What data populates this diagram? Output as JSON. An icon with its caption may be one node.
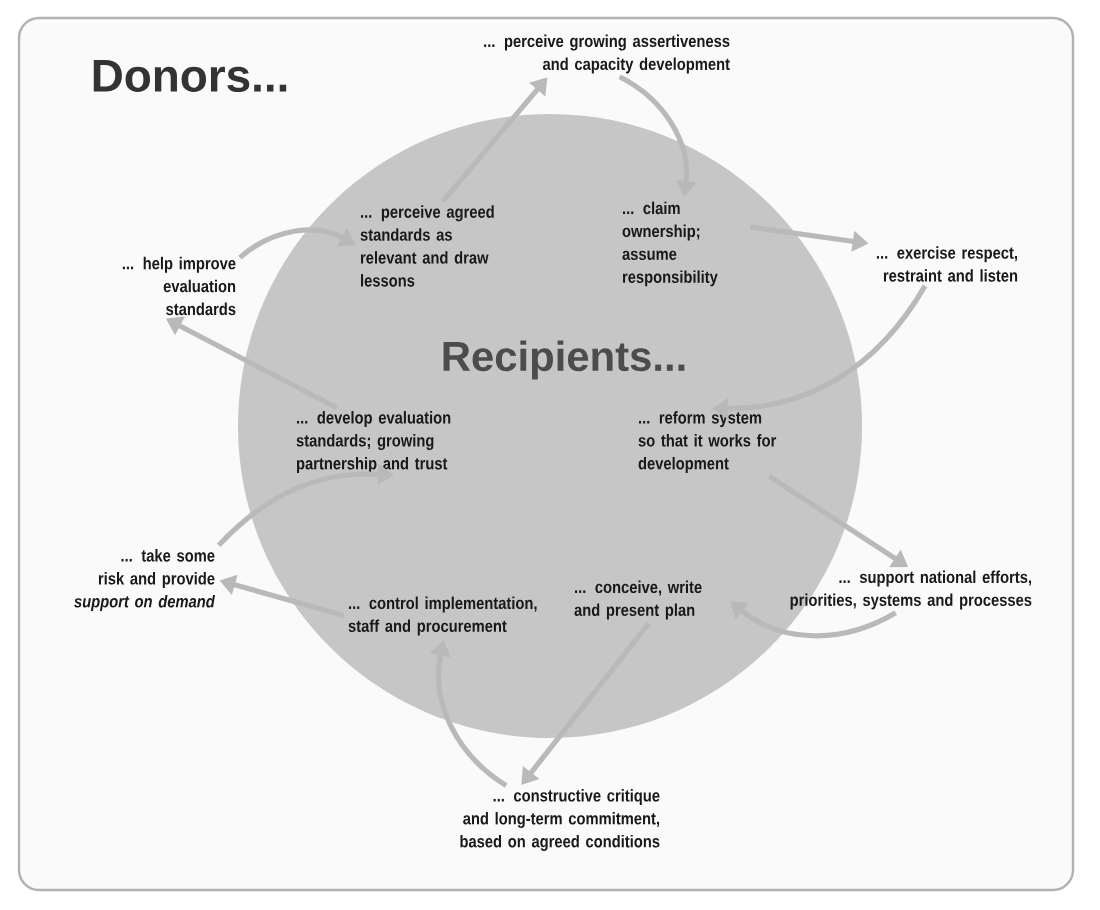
{
  "diagram": {
    "nodes": [
      {
        "text": [
          "Donors..."
        ]
      },
      {
        "text": [
          "Recipients..."
        ],
        "in": 0
      },
      {
        "text": [
          "... perceive growing assertiveness and capacity development"
        ],
        "in": 0
      },
      {
        "text": [
          "... perceive agreed standards as relevant and draw lessons"
        ],
        "in": 1
      },
      {
        "text": [
          "... claim ownership; assume responsibility"
        ],
        "in": 1
      },
      {
        "text": [
          "... exercise respect, restraint and listen"
        ],
        "in": 0
      },
      {
        "text": [
          "... help improve evaluation standards"
        ],
        "in": 0
      },
      {
        "text": [
          "... develop evaluation standards; growing partnership and trust"
        ],
        "in": 1
      },
      {
        "text": [
          "... reform system so that it works for development"
        ],
        "in": 1
      },
      {
        "text": [
          "... take some risk and provide *support on demand*"
        ],
        "in": 0
      },
      {
        "text": [
          "... support national efforts, priorities, systems and processes"
        ],
        "in": 0
      },
      {
        "text": [
          "... control implementation, staff and procurement"
        ],
        "in": 1
      },
      {
        "text": [
          "... conceive, write and present plan"
        ],
        "in": 1
      },
      {
        "text": [
          "... constructive critique and long-term commitment, based on agreed conditions"
        ],
        "in": 0
      }
    ],
    "edges": [
      {
        "from": 3,
        "to": 2,
        "arrow": "to"
      },
      {
        "from": 2,
        "to": 4,
        "arrow": "to"
      },
      {
        "from": 4,
        "to": 5,
        "arrow": "to"
      },
      {
        "from": 5,
        "to": 8,
        "arrow": "to"
      },
      {
        "from": 8,
        "to": 10,
        "arrow": "to"
      },
      {
        "from": 10,
        "to": 12,
        "arrow": "to"
      },
      {
        "from": 12,
        "to": 13,
        "arrow": "to"
      },
      {
        "from": 13,
        "to": 11,
        "arrow": "to"
      },
      {
        "from": 11,
        "to": 9,
        "arrow": "to"
      },
      {
        "from": 9,
        "to": 7,
        "arrow": "to"
      },
      {
        "from": 7,
        "to": 6,
        "arrow": "to"
      },
      {
        "from": 6,
        "to": 3,
        "arrow": "to"
      }
    ]
  }
}
